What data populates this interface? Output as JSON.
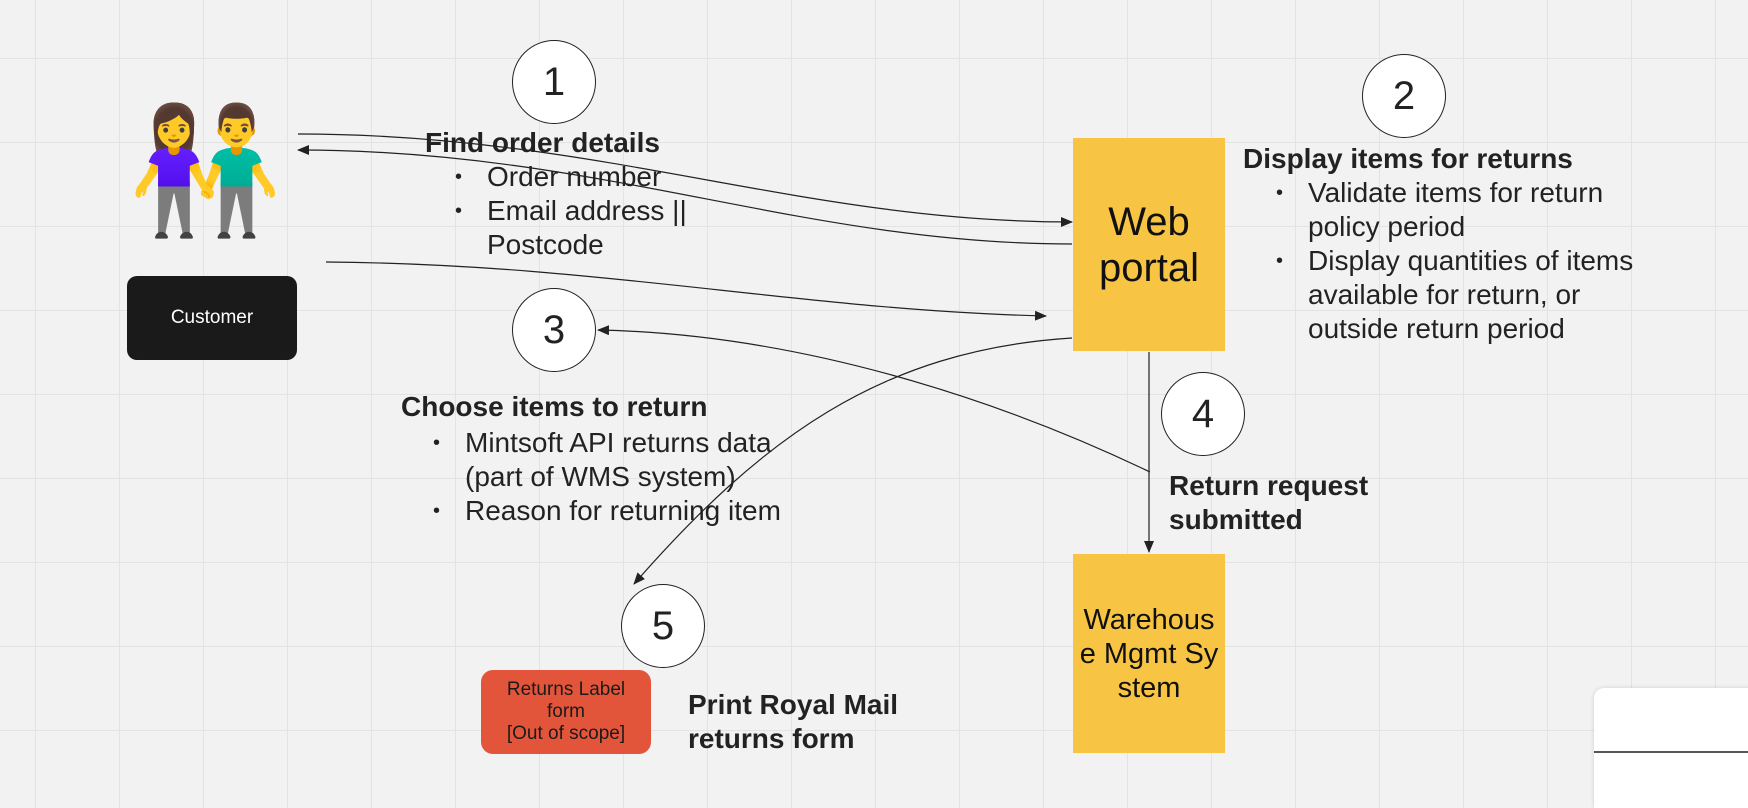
{
  "actors": {
    "people_emoji": "👫",
    "customer_label": "Customer"
  },
  "steps": [
    {
      "number": "1",
      "heading": "Find order details",
      "bullets": [
        "Order number",
        "Email address || Postcode"
      ]
    },
    {
      "number": "2",
      "heading": "Display items for returns",
      "bullets": [
        "Validate items for return policy period",
        "Display quantities of items available for return, or outside return period"
      ]
    },
    {
      "number": "3",
      "heading": "Choose items to return",
      "bullets": [
        "Mintsoft API returns data (part of WMS system)",
        "Reason for returning item"
      ]
    },
    {
      "number": "4",
      "heading": "Return request submitted"
    },
    {
      "number": "5",
      "heading": "Print Royal Mail returns form"
    }
  ],
  "systems": {
    "web_portal": "Web portal",
    "warehouse": "Warehouse Mgmt System",
    "returns_label": "Returns Label form\n[Out of scope]"
  },
  "colors": {
    "sticky": "#f7c543",
    "customer_box": "#1a1a1a",
    "returns_label_box": "#e3553a",
    "canvas": "#f2f2f2"
  }
}
